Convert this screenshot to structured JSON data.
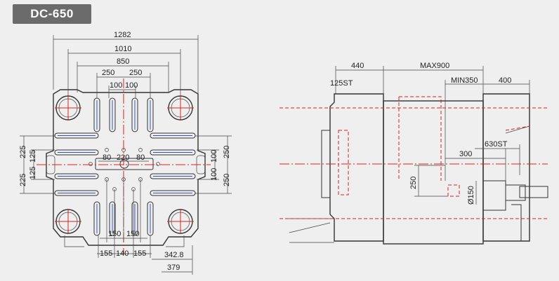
{
  "badge": {
    "model": "DC-650"
  },
  "platen": {
    "overall_width": "1282",
    "tiebar_outer": "1010",
    "tiebar_inner": "850",
    "top_left_250": "250",
    "top_right_250": "250",
    "top_left_100": "100",
    "top_right_100": "100",
    "center_left_80": "80",
    "center_220": "220",
    "center_right_80": "80",
    "left_225_top": "225",
    "left_125_top": "125",
    "left_125_bottom": "125",
    "left_225_bottom": "225",
    "right_250_top": "250",
    "right_100_top": "100",
    "right_100_bottom": "100",
    "right_250_bottom": "250",
    "bottom_150_left": "150",
    "bottom_150_right": "150",
    "bottom_155_left": "155",
    "bottom_140": "140",
    "bottom_155_right": "155",
    "bottom_342_8": "342.8",
    "bottom_379": "379"
  },
  "side": {
    "dim_440": "440",
    "dim_max900": "MAX900",
    "dim_min350": "MIN350",
    "dim_400": "400",
    "label_125st": "125ST",
    "label_630st": "630ST",
    "dim_300": "300",
    "dim_250": "250",
    "dim_dia150": "Ø150"
  }
}
